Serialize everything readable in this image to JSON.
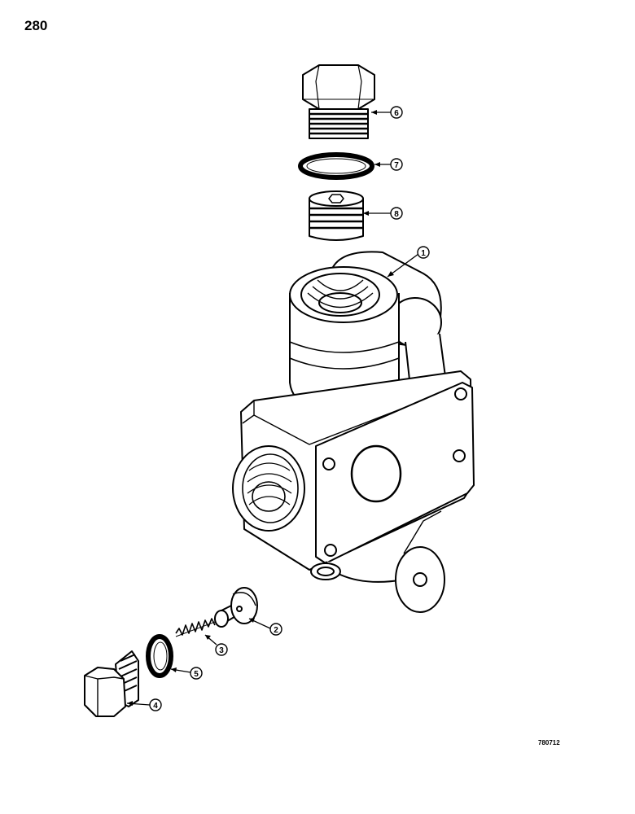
{
  "page": {
    "number": "280",
    "figure_code": "780712"
  },
  "callouts": [
    {
      "id": "1",
      "label": "1",
      "part": "valve body"
    },
    {
      "id": "2",
      "label": "2",
      "part": "poppet"
    },
    {
      "id": "3",
      "label": "3",
      "part": "spring"
    },
    {
      "id": "4",
      "label": "4",
      "part": "plug"
    },
    {
      "id": "5",
      "label": "5",
      "part": "o-ring"
    },
    {
      "id": "6",
      "label": "6",
      "part": "plug"
    },
    {
      "id": "7",
      "label": "7",
      "part": "o-ring"
    },
    {
      "id": "8",
      "label": "8",
      "part": "set screw"
    }
  ]
}
